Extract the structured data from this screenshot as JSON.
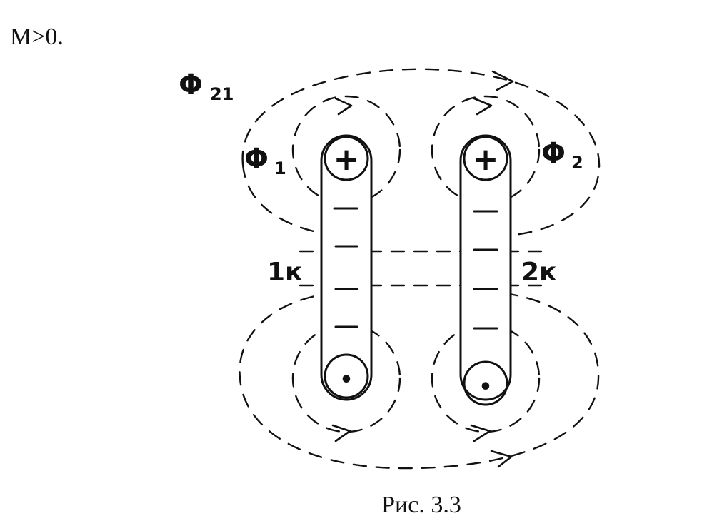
{
  "header": {
    "condition": "M>0."
  },
  "diagram": {
    "flux_mutual_label": "Φ",
    "flux_mutual_sub": "21",
    "flux_1_label": "Φ",
    "flux_1_sub": "1",
    "flux_2_label": "Φ",
    "flux_2_sub": "2",
    "coil_1_label": "1к",
    "coil_2_label": "2к",
    "plus_symbol": "+",
    "dot_symbol": "•"
  },
  "caption": {
    "text": "Рис. 3.3"
  }
}
